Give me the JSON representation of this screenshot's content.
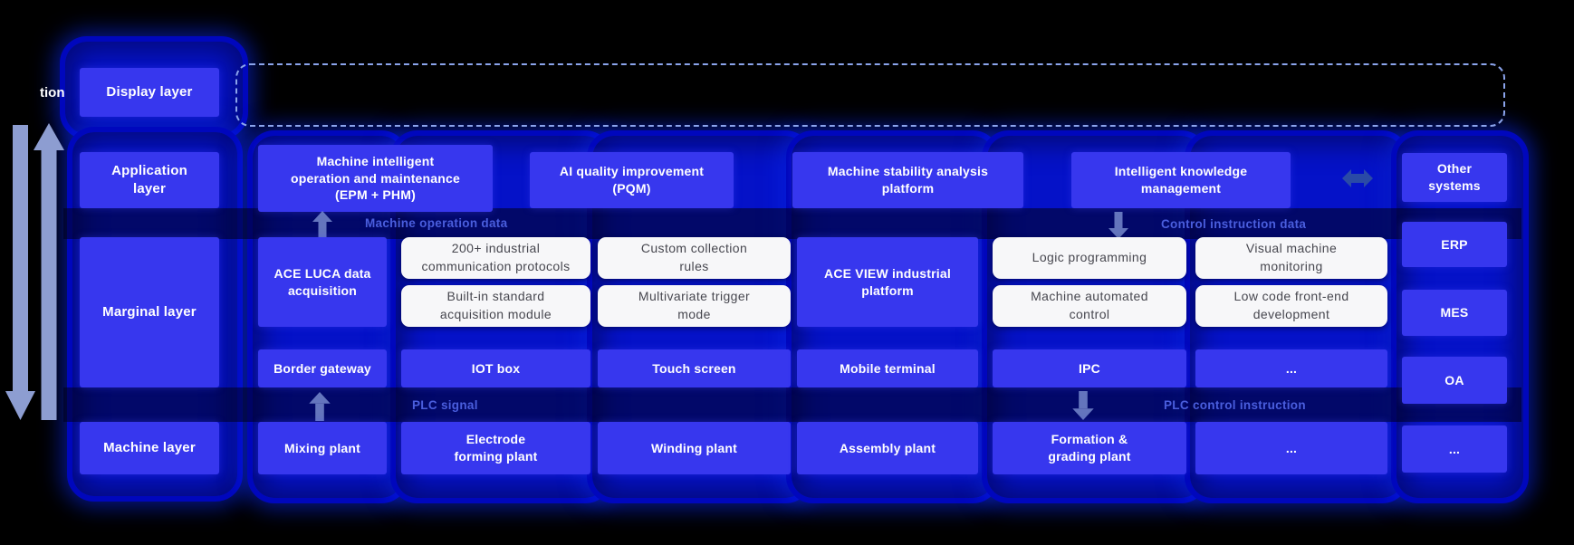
{
  "fragment": "tion",
  "colors": {
    "background": "#000000",
    "box_blue": "#3737ee",
    "glow_blue": "#0512c8",
    "white_card_bg": "#f7f7f9",
    "white_card_text": "#47474f",
    "flow_label_blue": "#4a5ede",
    "dashed_outline": "#8ba4ec",
    "long_arrow": "#8d9dd1",
    "double_arrow": "#2a4aa6"
  },
  "layer_labels": [
    "Display layer",
    "Application\nlayer",
    "Marginal layer",
    "Machine layer"
  ],
  "application_row": [
    "Machine intelligent\noperation and maintenance\n(EPM + PHM)",
    "AI quality improvement\n(PQM)",
    "Machine stability analysis\nplatform",
    "Intelligent knowledge\nmanagement"
  ],
  "flow_labels": {
    "operation": "Machine operation data",
    "instruction": "Control instruction data",
    "plc_signal": "PLC signal",
    "plc_instruction": "PLC control instruction"
  },
  "marginal": {
    "ace_luca": "ACE LUCA data\nacquisition",
    "ace_view": "ACE VIEW industrial\nplatform",
    "features_left": [
      "200+ industrial\ncommunication protocols",
      "Built-in standard\nacquisition module",
      "Custom collection\nrules",
      "Multivariate trigger\nmode"
    ],
    "features_right": [
      "Logic programming",
      "Machine automated\ncontrol",
      "Visual machine\nmonitoring",
      "Low code front-end\ndevelopment"
    ]
  },
  "device_row": [
    "Border gateway",
    "IOT box",
    "Touch screen",
    "Mobile terminal",
    "IPC",
    "..."
  ],
  "machine_row": [
    "Mixing plant",
    "Electrode\nforming plant",
    "Winding plant",
    "Assembly plant",
    "Formation &\ngrading plant",
    "..."
  ],
  "external_systems": [
    "Other\nsystems",
    "ERP",
    "MES",
    "OA",
    "..."
  ],
  "icons": {
    "up_arrow": "data flows upward",
    "down_arrow": "instructions flow downward",
    "double_arrow": "bidirectional link to other systems"
  }
}
